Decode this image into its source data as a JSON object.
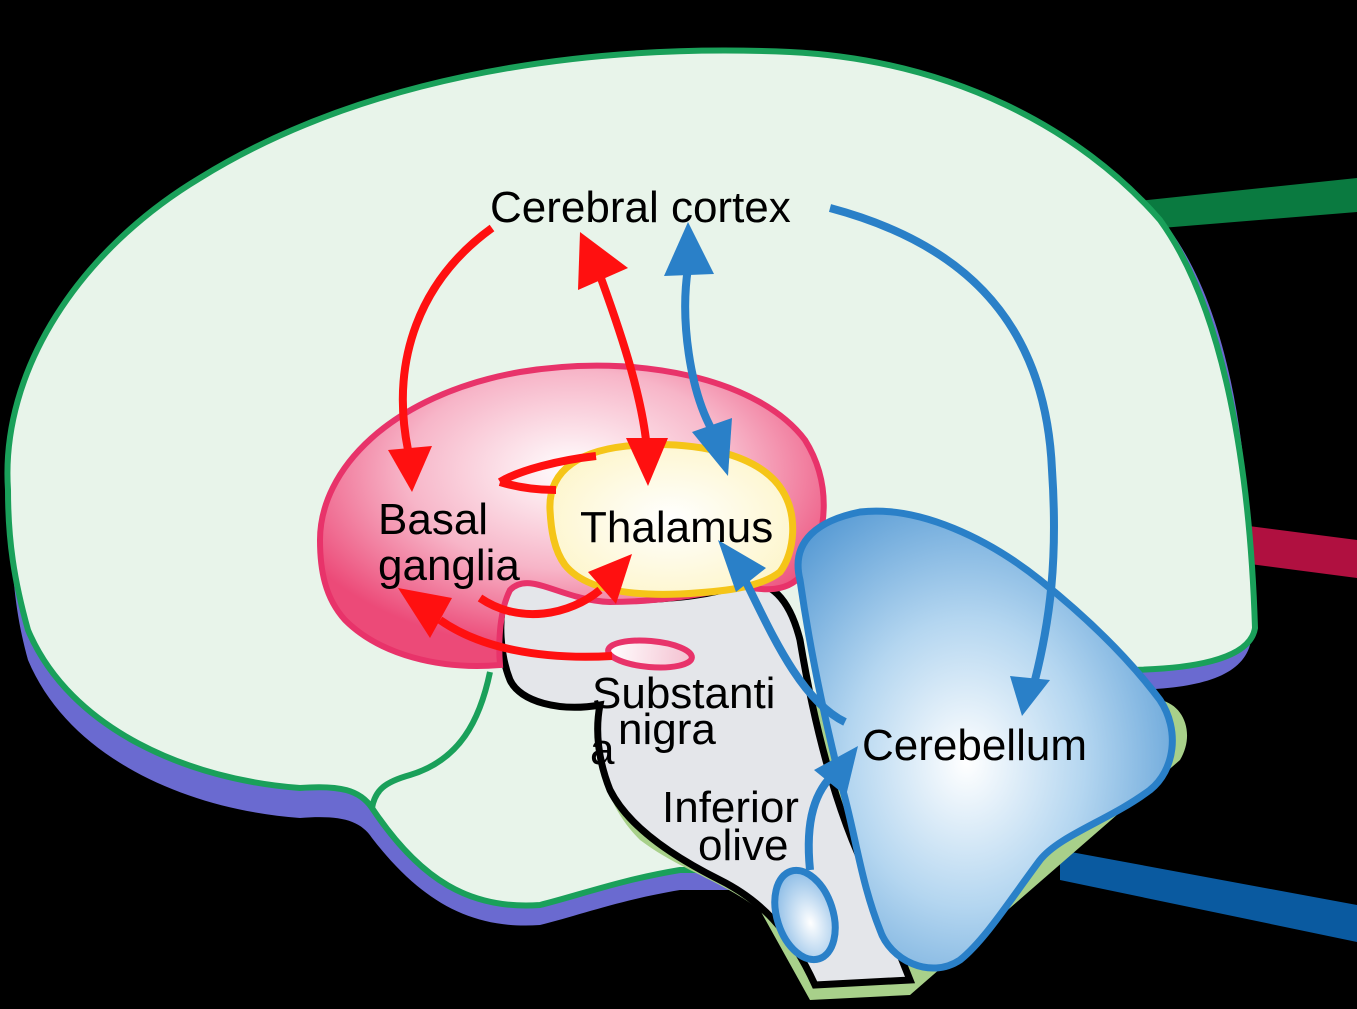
{
  "labels": {
    "cerebral_cortex": "Cerebral cortex",
    "basal_ganglia_1": "Basal",
    "basal_ganglia_2": "ganglia",
    "thalamus": "Thalamus",
    "substantia_1": "Substanti",
    "substantia_2": "nigra",
    "substantia_3": "a",
    "inferior_1": "Inferior",
    "inferior_2": "olive",
    "cerebellum": "Cerebellum"
  },
  "colors": {
    "background": "#000000",
    "cortex_fill": "#e8f4ea",
    "cortex_outline": "#1aa05a",
    "cortex_shadow": "#6a6ad0",
    "basal_ganglia": "#e8336a",
    "thalamus_outline": "#f5c518",
    "thalamus_fill": "#fffbe0",
    "brainstem_fill": "#e4e6ea",
    "brainstem_outline": "#000000",
    "brainstem_shadow": "#a8d08a",
    "cerebellum_fill": "#6aa8dc",
    "cerebellum_outline": "#2a80c8",
    "red_arrow": "#ff1010",
    "blue_arrow": "#2a80c8",
    "green_pointer": "#0a7a40",
    "crimson_pointer": "#b01040",
    "blue_pointer": "#0a5aa0"
  }
}
